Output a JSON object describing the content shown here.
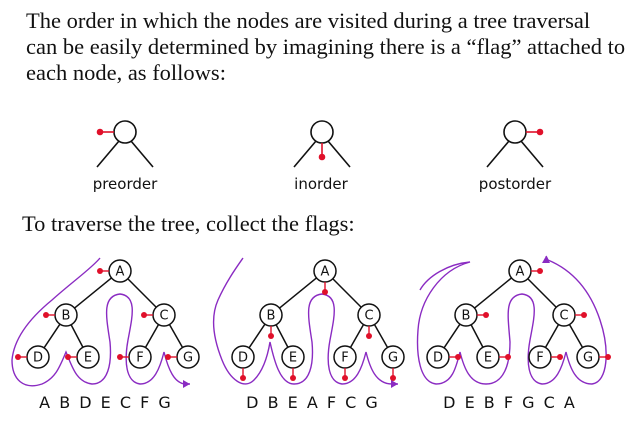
{
  "intro_text": "The order in which the nodes are visited during a tree traversal can be easily determined by imagining there is a “flag” attached to each node, as follows:",
  "flag_examples": [
    {
      "label": "preorder"
    },
    {
      "label": "inorder"
    },
    {
      "label": "postorder"
    }
  ],
  "instruction_text": "To traverse the tree, collect the flags:",
  "tree_nodes": [
    "A",
    "B",
    "C",
    "D",
    "E",
    "F",
    "G"
  ],
  "traversals": [
    {
      "name": "preorder",
      "order": "A B D E C F G"
    },
    {
      "name": "inorder",
      "order": "D B E A F C G"
    },
    {
      "name": "postorder",
      "order": "D E B F G C A"
    }
  ],
  "colors": {
    "flag": "#e0102a",
    "path": "#8a2bc2",
    "ink": "#111111"
  }
}
